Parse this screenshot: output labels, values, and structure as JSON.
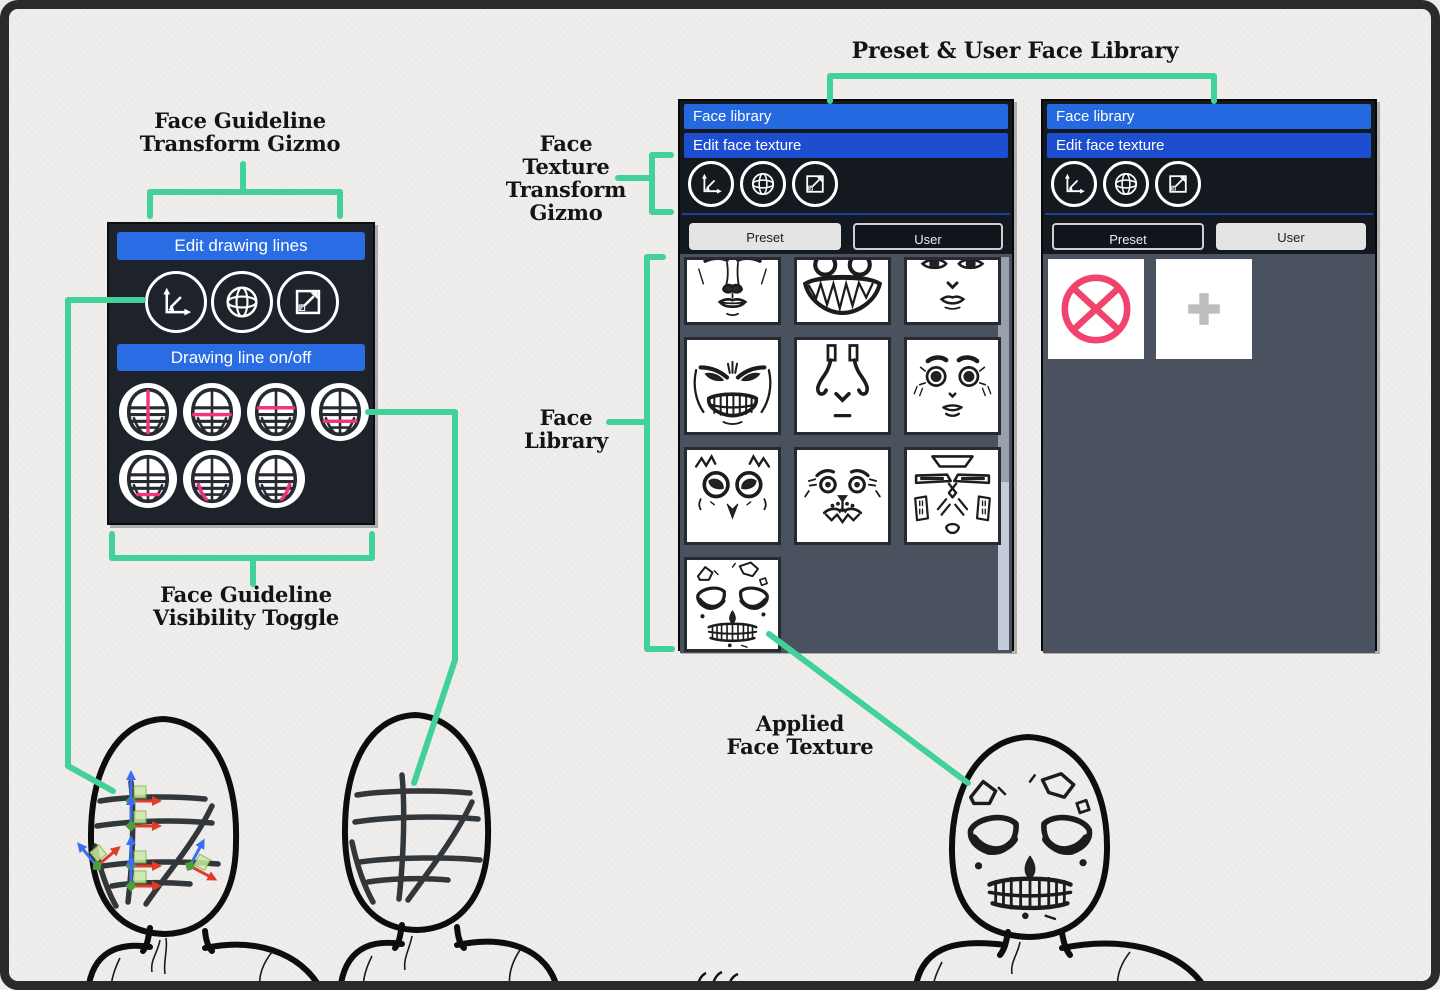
{
  "annotations": {
    "face_guideline_gizmo": "Face Guideline\nTransform Gizmo",
    "preset_user_library": "Preset & User Face Library",
    "face_texture_gizmo": "Face\nTexture\nTransform\nGizmo",
    "face_library": "Face\nLibrary",
    "visibility_toggle": "Face Guideline\nVisibility Toggle",
    "applied_texture": "Applied\nFace Texture"
  },
  "tool_panel": {
    "header_edit": "Edit drawing lines",
    "header_toggle": "Drawing line on/off",
    "gizmos": [
      {
        "id": "move",
        "name": "move-gizmo"
      },
      {
        "id": "rotate",
        "name": "rotate-gizmo"
      },
      {
        "id": "scale",
        "name": "scale-gizmo"
      }
    ],
    "toggles": [
      {
        "id": "v",
        "name": "center-vertical-line"
      },
      {
        "id": "h2",
        "name": "nose-line"
      },
      {
        "id": "h1",
        "name": "eye-line"
      },
      {
        "id": "h3",
        "name": "mouth-line"
      },
      {
        "id": "h4",
        "name": "chin-line"
      },
      {
        "id": "dl",
        "name": "left-cheek-line"
      },
      {
        "id": "dr",
        "name": "right-cheek-line"
      }
    ]
  },
  "libraries": [
    {
      "title": "Face library",
      "subtitle": "Edit face texture",
      "gizmos": [
        {
          "id": "move",
          "name": "move-gizmo"
        },
        {
          "id": "rotate",
          "name": "rotate-gizmo"
        },
        {
          "id": "scale",
          "name": "scale-gizmo"
        }
      ],
      "tabs": [
        {
          "label": "Preset",
          "active": true
        },
        {
          "label": "User",
          "active": false
        }
      ],
      "faces": [
        {
          "id": "male",
          "name": "male-face",
          "cut": true
        },
        {
          "id": "grin",
          "name": "grinning-monster-face",
          "cut": true
        },
        {
          "id": "female",
          "name": "female-face",
          "cut": true
        },
        {
          "id": "angry",
          "name": "angry-face"
        },
        {
          "id": "jester",
          "name": "clown-face"
        },
        {
          "id": "cute",
          "name": "cute-female-face"
        },
        {
          "id": "owl",
          "name": "owl-face"
        },
        {
          "id": "tiger",
          "name": "tiger-face"
        },
        {
          "id": "robot",
          "name": "robot-mask-face"
        },
        {
          "id": "skull",
          "name": "skull-face"
        }
      ]
    },
    {
      "title": "Face library",
      "subtitle": "Edit face texture",
      "gizmos": [
        {
          "id": "move",
          "name": "move-gizmo"
        },
        {
          "id": "rotate",
          "name": "rotate-gizmo"
        },
        {
          "id": "scale",
          "name": "scale-gizmo"
        }
      ],
      "tabs": [
        {
          "label": "Preset",
          "active": false
        },
        {
          "label": "User",
          "active": true
        }
      ],
      "cells": [
        {
          "id": "none",
          "name": "no-texture"
        },
        {
          "id": "add",
          "name": "add-texture"
        }
      ]
    }
  ],
  "colors": {
    "accent_teal": "#41d199",
    "header_blue": "#2a6ce4",
    "header_blue_dark": "#1d4ecf",
    "highlight_pink": "#f4337c",
    "none_ring_pink": "#f0436e",
    "gizmo_red": "#e03c28",
    "gizmo_green": "#4f9e3c",
    "gizmo_blue": "#3e6df2"
  }
}
